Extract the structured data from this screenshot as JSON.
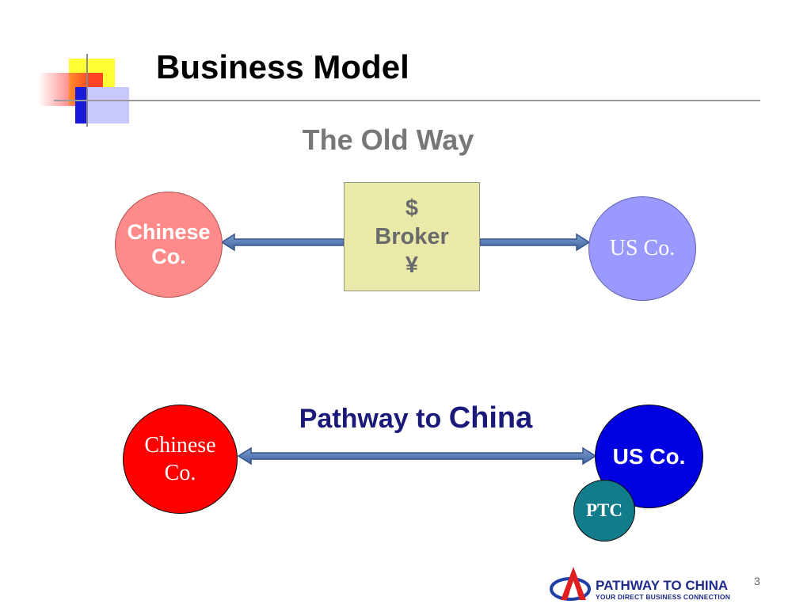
{
  "slide": {
    "title": "Business Model",
    "page_number": "3"
  },
  "old_way": {
    "heading": "The Old Way",
    "chinese_company": [
      "Chinese",
      "Co."
    ],
    "us_company": "US Co.",
    "broker": {
      "top_symbol": "$",
      "label": "Broker",
      "bottom_symbol": "¥"
    }
  },
  "new_way": {
    "heading_part1": "Pathway to ",
    "heading_part2": "China",
    "chinese_company": [
      "Chinese",
      "Co."
    ],
    "us_company": "US Co.",
    "ptc": "PTC"
  },
  "logo": {
    "name": "PATHWAY TO CHINA",
    "tagline": "YOUR DIRECT BUSINESS CONNECTION"
  },
  "colors": {
    "old_chinese": "#ff8a8a",
    "old_us": "#9999ff",
    "broker_box": "#e9e9a9",
    "new_chinese": "#ff0000",
    "new_us": "#0000e0",
    "ptc": "#127c8a",
    "arrow": "#4a6fa8",
    "heading_blue": "#1a1a7a"
  }
}
